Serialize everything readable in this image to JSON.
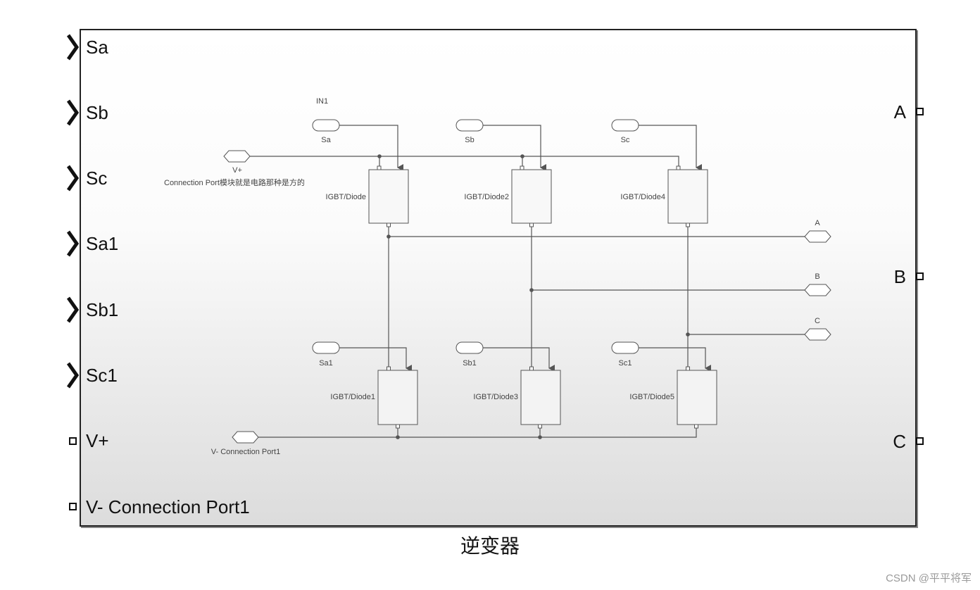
{
  "block": {
    "caption": "逆变器",
    "inputs": [
      {
        "label": "Sa",
        "kind": "signal"
      },
      {
        "label": "Sb",
        "kind": "signal"
      },
      {
        "label": "Sc",
        "kind": "signal"
      },
      {
        "label": "Sa1",
        "kind": "signal"
      },
      {
        "label": "Sb1",
        "kind": "signal"
      },
      {
        "label": "Sc1",
        "kind": "signal"
      },
      {
        "label": "V+",
        "kind": "connection"
      },
      {
        "label": "V- Connection Port1",
        "kind": "connection"
      }
    ],
    "outputs": [
      {
        "label": "A",
        "kind": "connection"
      },
      {
        "label": "B",
        "kind": "connection"
      },
      {
        "label": "C",
        "kind": "connection"
      }
    ]
  },
  "inner": {
    "in1_note": "IN1",
    "vplus": {
      "name": "V+",
      "note": "Connection Port模块就是电路那种是方的"
    },
    "vminus": {
      "name": "V- Connection Port1"
    },
    "gates_top": [
      "Sa",
      "Sb",
      "Sc"
    ],
    "gates_bottom": [
      "Sa1",
      "Sb1",
      "Sc1"
    ],
    "switches_top": [
      "IGBT/Diode",
      "IGBT/Diode2",
      "IGBT/Diode4"
    ],
    "switches_bottom": [
      "IGBT/Diode1",
      "IGBT/Diode3",
      "IGBT/Diode5"
    ],
    "phase_ports": [
      "A",
      "B",
      "C"
    ]
  },
  "watermark": "CSDN @平平将军",
  "colors": {
    "wire": "#555555",
    "block_border": "#222222",
    "text": "#111111"
  }
}
